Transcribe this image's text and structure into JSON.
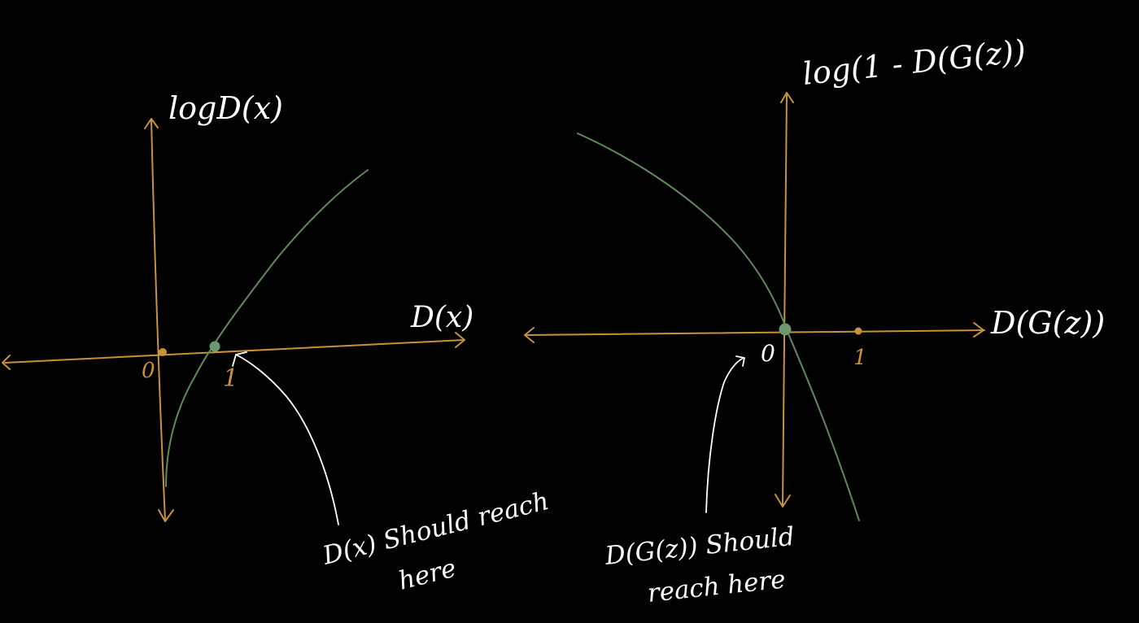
{
  "colors": {
    "background": "#000000",
    "axis": "#c8913a",
    "curve": "#5f8a5a",
    "marker": "#6a9a6e",
    "text": "#ffffff"
  },
  "left_graph": {
    "y_axis_label": "logD(x)",
    "x_axis_label": "D(x)",
    "origin_label": "0",
    "one_label": "1",
    "note_line1": "D(x) Should reach",
    "note_line2": "here"
  },
  "right_graph": {
    "y_axis_label": "log(1 - D(G(z))",
    "x_axis_label": "D(G(z))",
    "origin_label": "0",
    "one_label": "1",
    "note_line1": "D(G(z)) Should",
    "note_line2": "reach here"
  }
}
